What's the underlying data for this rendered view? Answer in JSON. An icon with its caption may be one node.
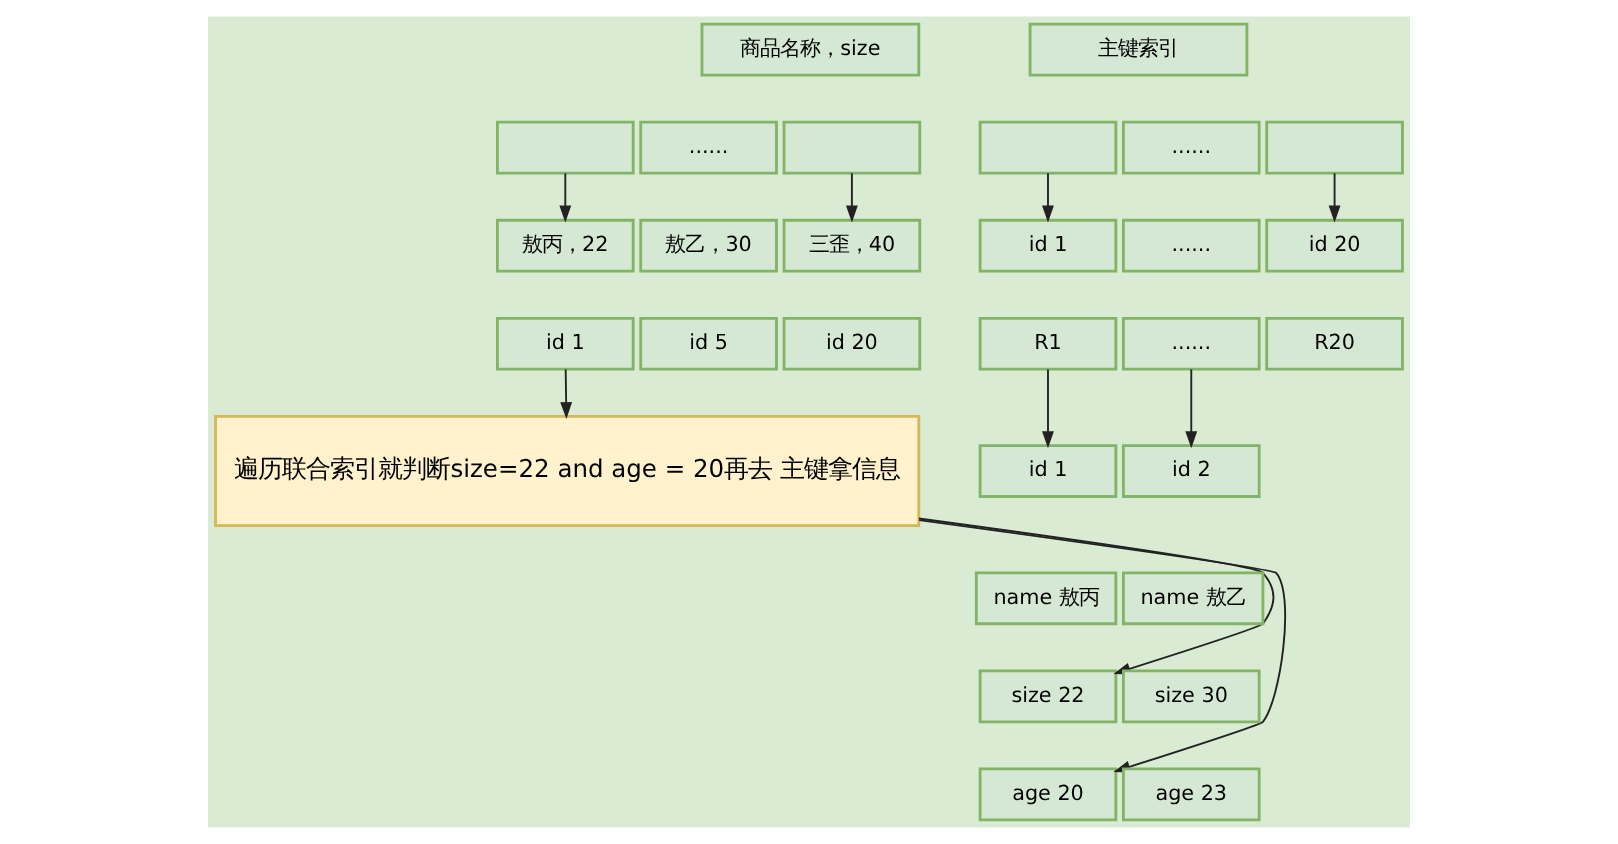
{
  "diagram": {
    "nodes": [
      {
        "text": [
          "商品名称，size"
        ]
      },
      {
        "text": [],
        "shape": "box"
      },
      {
        "text": [
          "......"
        ]
      },
      {
        "text": [],
        "shape": "box"
      },
      {
        "text": [
          "敖丙，22"
        ]
      },
      {
        "text": [
          "敖乙，30"
        ]
      },
      {
        "text": [
          "三歪，40"
        ]
      },
      {
        "text": [
          "id 1"
        ]
      },
      {
        "text": [
          "id 5"
        ]
      },
      {
        "text": [
          "id 20"
        ]
      },
      {
        "text": [
          "遍历联合索引就判断size=22 and age = 20再去 主键拿信息"
        ]
      },
      {
        "text": [
          "主键索引"
        ]
      },
      {
        "text": [],
        "shape": "box"
      },
      {
        "text": [
          "......"
        ]
      },
      {
        "text": [],
        "shape": "box"
      },
      {
        "text": [
          "id 1"
        ]
      },
      {
        "text": [
          "......"
        ]
      },
      {
        "text": [
          "id 20"
        ]
      },
      {
        "text": [
          "R1"
        ]
      },
      {
        "text": [
          "......"
        ]
      },
      {
        "text": [
          "R20"
        ]
      },
      {
        "text": [
          "id 1"
        ]
      },
      {
        "text": [
          "name 敖丙"
        ]
      },
      {
        "text": [
          "size 22"
        ]
      },
      {
        "text": [
          "age 20"
        ]
      },
      {
        "text": [
          "id 2"
        ]
      },
      {
        "text": [
          "name 敖乙"
        ]
      },
      {
        "text": [
          "size 30"
        ]
      },
      {
        "text": [
          "age 23"
        ]
      }
    ],
    "edges": [
      {
        "from": 1,
        "to": 4,
        "arrow": "to"
      },
      {
        "from": 3,
        "to": 6,
        "arrow": "to"
      },
      {
        "from": 7,
        "to": 10,
        "arrow": "to"
      },
      {
        "from": 10,
        "to": 23,
        "arrow": "to"
      },
      {
        "from": 10,
        "to": 24,
        "arrow": "to"
      },
      {
        "from": 12,
        "to": 15,
        "arrow": "to"
      },
      {
        "from": 14,
        "to": 17,
        "arrow": "to"
      },
      {
        "from": 18,
        "to": 21,
        "arrow": "to"
      },
      {
        "from": 19,
        "to": 25,
        "arrow": "to"
      }
    ]
  }
}
